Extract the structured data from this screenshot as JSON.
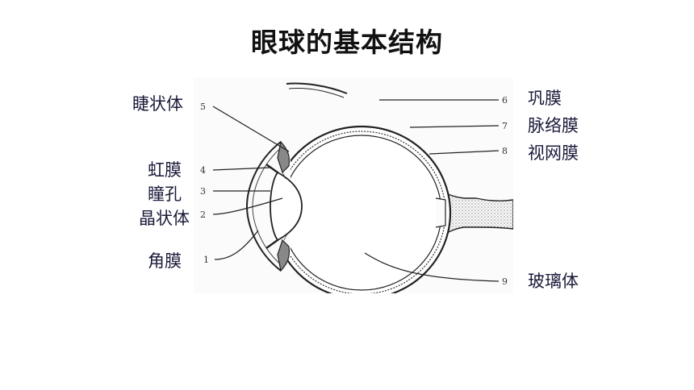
{
  "title": "眼球的基本结构",
  "labels": {
    "ciliary_body": "睫状体",
    "iris": "虹膜",
    "pupil": "瞳孔",
    "lens": "晶状体",
    "cornea": "角膜",
    "sclera": "巩膜",
    "choroid": "脉络膜",
    "retina": "视网膜",
    "vitreous": "玻璃体"
  },
  "numbers": {
    "n1": "1",
    "n2": "2",
    "n3": "3",
    "n4": "4",
    "n5": "5",
    "n6": "6",
    "n7": "7",
    "n8": "8",
    "n9": "9"
  },
  "colors": {
    "text": "#1a1a3a",
    "line": "#222222"
  }
}
